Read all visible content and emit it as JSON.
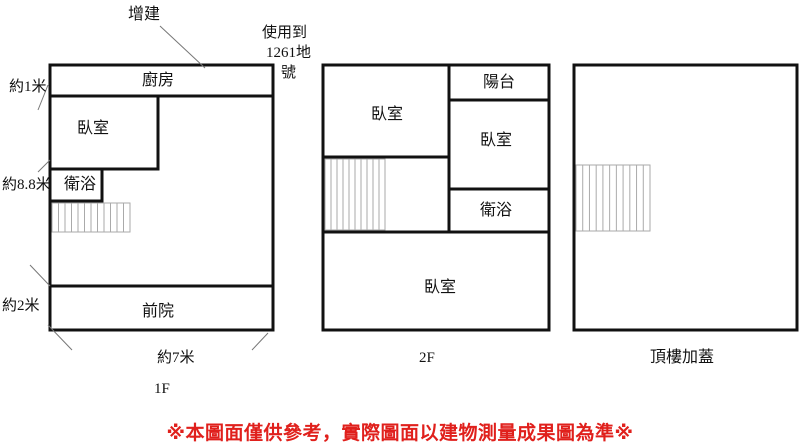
{
  "plan_1f": {
    "addition_note": "增建",
    "used_to_note": "使用到",
    "lot_number_note": "1261地",
    "lot_suffix": "號",
    "kitchen": "廚房",
    "bedroom": "臥室",
    "bathroom": "衛浴",
    "front_yard": "前院",
    "dim_top": "約1米",
    "dim_middle": "約8.8米",
    "dim_bottom": "約2米",
    "dim_width": "約7米",
    "floor_label": "1F"
  },
  "plan_2f": {
    "balcony": "陽台",
    "bedroom_top_left": "臥室",
    "bedroom_right": "臥室",
    "bathroom": "衛浴",
    "bedroom_bottom": "臥室",
    "floor_label": "2F"
  },
  "plan_roof": {
    "floor_label": "頂樓加蓋"
  },
  "disclaimer": "※本圖面僅供參考，實際圖面以建物測量成果圖為準※",
  "colors": {
    "walls": "#111111",
    "stairs": "#aaaaaa",
    "disclaimer": "#e0201c"
  }
}
